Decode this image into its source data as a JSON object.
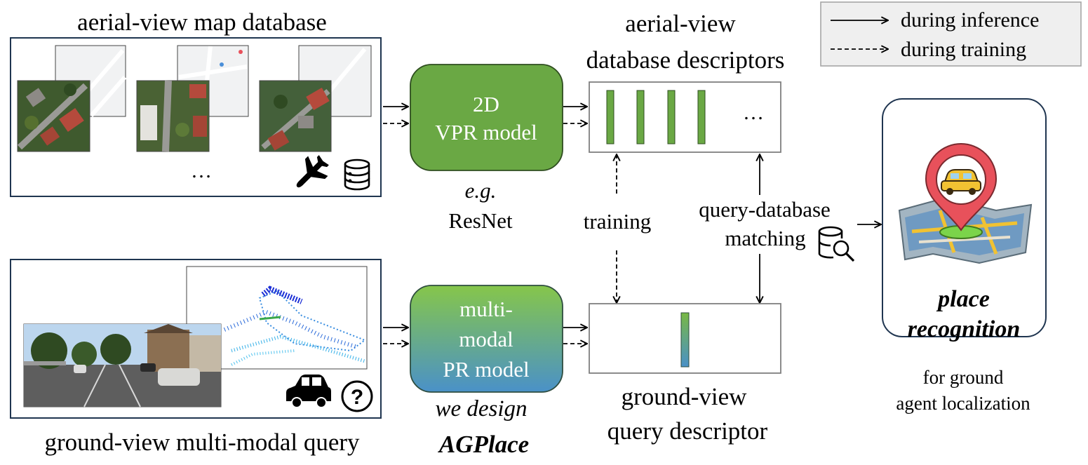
{
  "diagram": {
    "aerial_database": {
      "title": "aerial-view map database",
      "ellipsis": "…",
      "icons": [
        "airplane-icon",
        "database-icon"
      ]
    },
    "ground_query": {
      "title": "ground-view multi-modal query",
      "icons": [
        "car-icon",
        "question-icon"
      ]
    },
    "vpr_model": {
      "line1": "2D",
      "line2": "VPR model",
      "note_line1": "e.g.",
      "note_line2": "ResNet",
      "color": "#6aa844"
    },
    "pr_model": {
      "line1": "multi-",
      "line2": "modal",
      "line3": "PR model",
      "note_line1": "we design",
      "note_line2": "AGPlace",
      "gradient_top": "#86c64a",
      "gradient_bottom": "#4a91c8"
    },
    "database_descriptors": {
      "title_line1": "aerial-view",
      "title_line2": "database descriptors",
      "ellipsis": "…",
      "bar_color": "#6aa844"
    },
    "query_descriptor": {
      "title_line1": "ground-view",
      "title_line2": "query descriptor"
    },
    "labels": {
      "training": "training",
      "matching_line1": "query-database",
      "matching_line2": "matching"
    },
    "place_recognition": {
      "line1": "place",
      "line2": "recognition",
      "sub_line1": "for ground",
      "sub_line2": "agent localization",
      "pin_color": "#e8515b"
    },
    "legend": {
      "inference": "during inference",
      "training": "during training",
      "background": "#efefef"
    }
  }
}
